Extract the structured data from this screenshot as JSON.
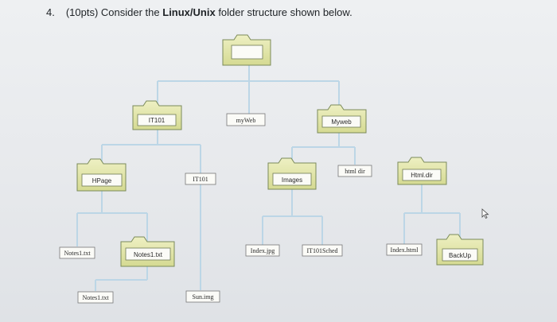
{
  "question": {
    "number": "4.",
    "prefix": "(10pts) Consider the ",
    "emphasis": "Linux/Unix",
    "suffix": " folder structure shown below."
  },
  "nodes": {
    "root": "",
    "it101": "IT101",
    "myweb_left": "myWeb",
    "myweb_right": "Myweb",
    "hpage": "HPage",
    "it101_small": "IT101",
    "images": "Images",
    "html_dir": "html dir",
    "html_dir2": "Html.dir",
    "notes1_left": "Notes1.txt",
    "notes1_mid": "Notes1.txt",
    "notes1_bottom": "Notes1.txt",
    "index_jpg": "Index.jpg",
    "it101sched": "IT101Sched",
    "index_html": "Index.html",
    "backup": "BackUp",
    "sun_img": "Sun.img"
  },
  "colors": {
    "folder_fill": "#dfe3a6",
    "folder_stroke": "#7b8a5a",
    "line": "#bcd6e6",
    "label_box": "#fbfbf7"
  }
}
